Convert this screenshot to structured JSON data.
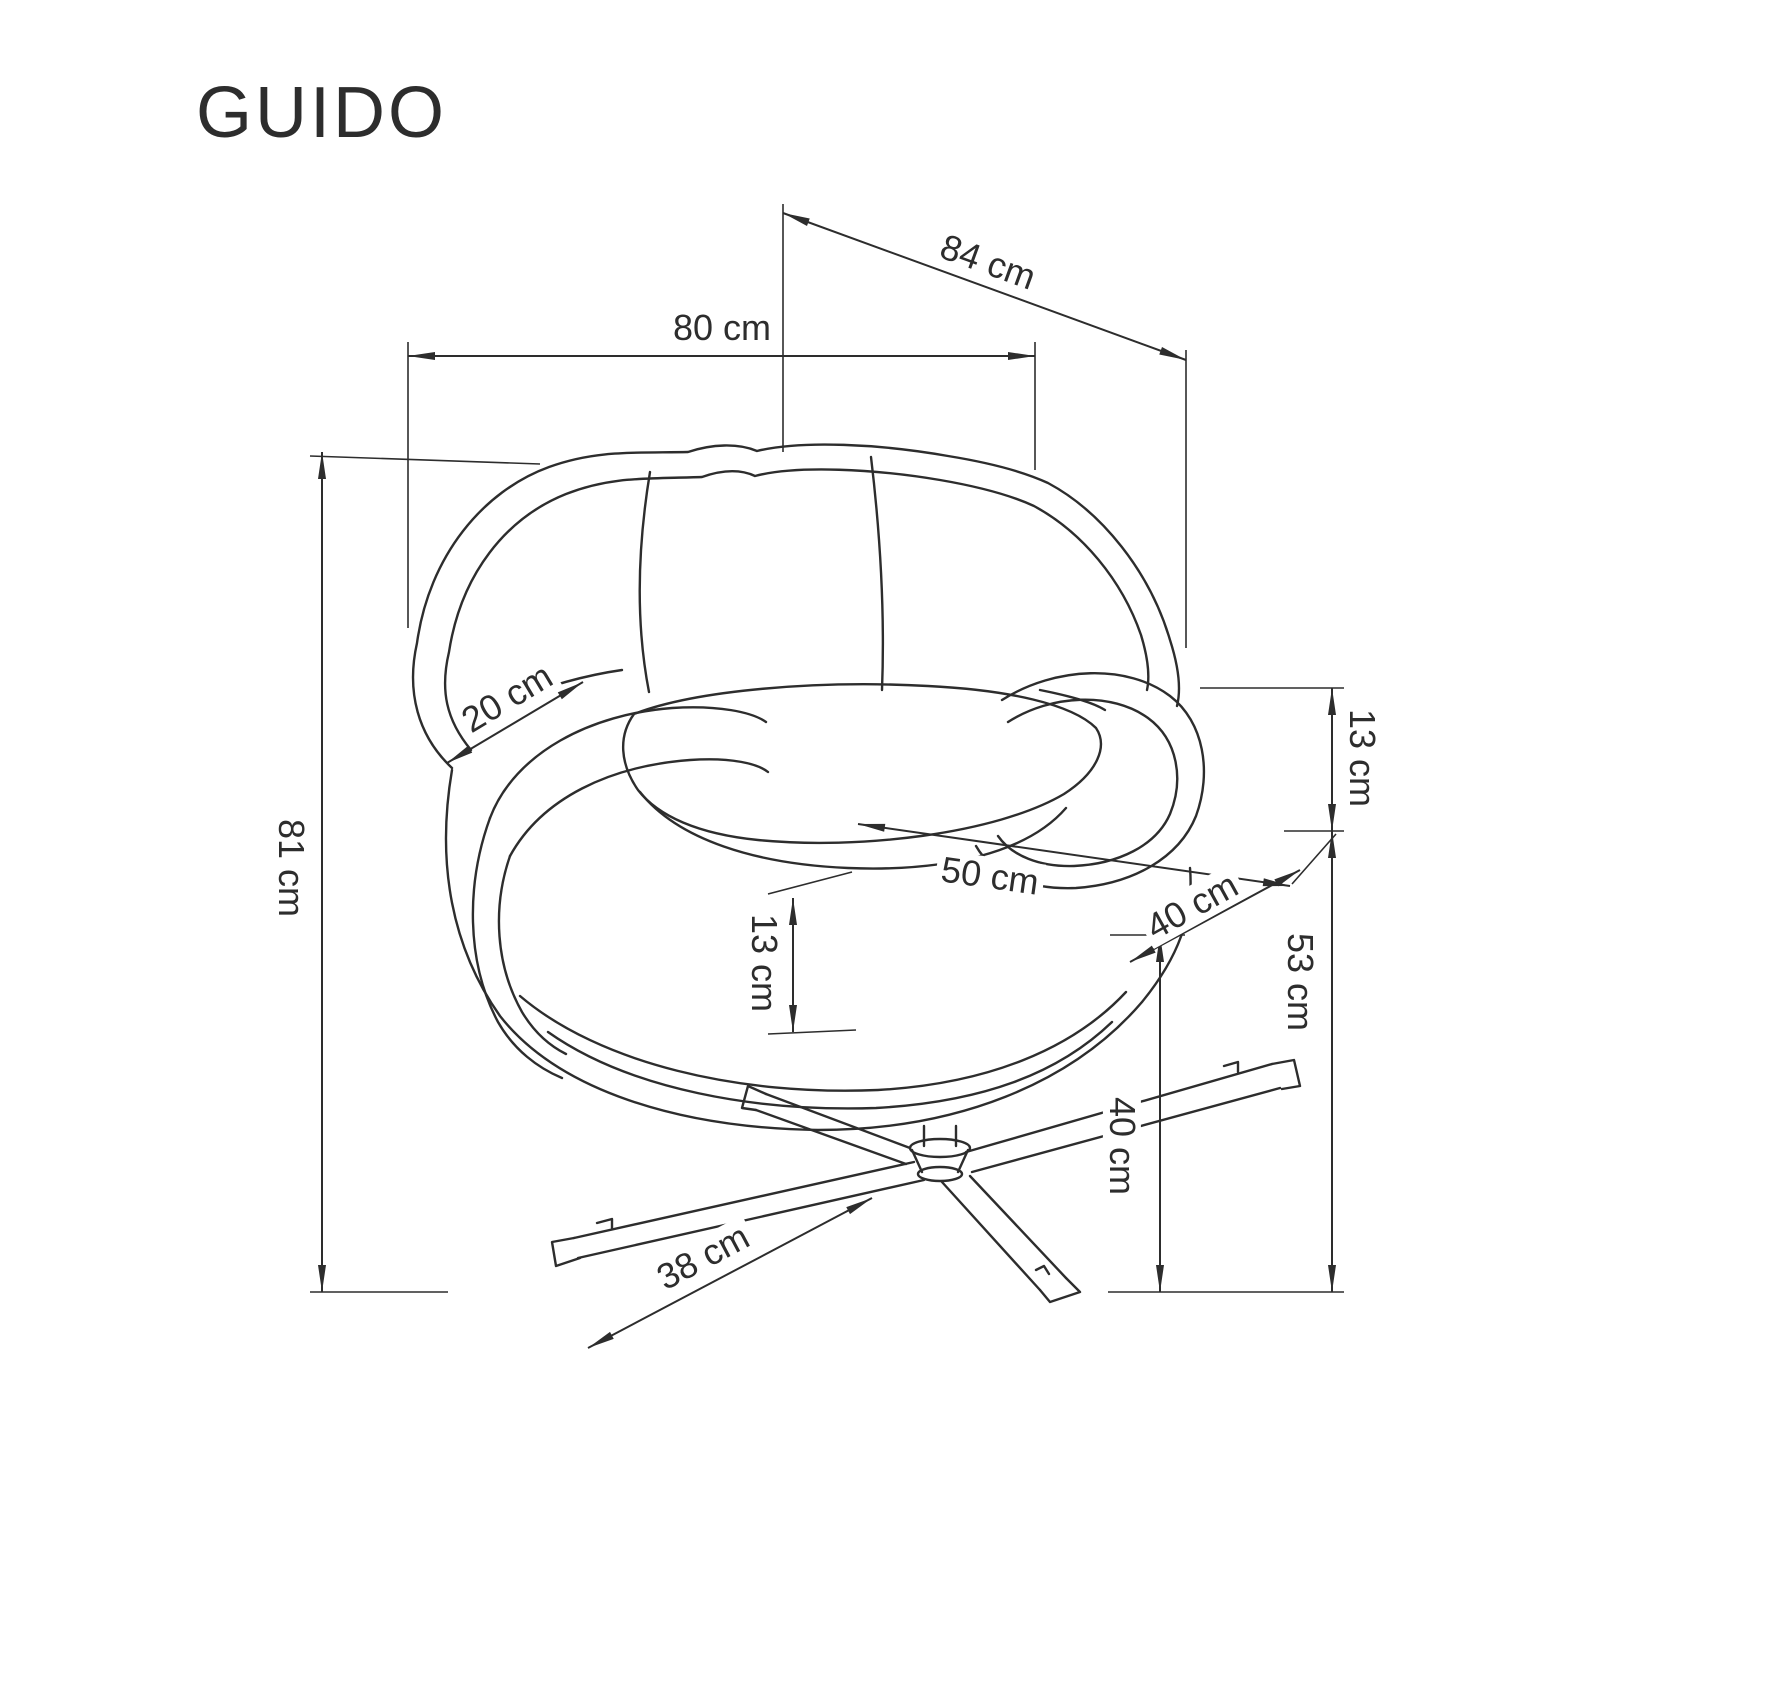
{
  "title": "GUIDO",
  "drawing": {
    "type": "furniture-dimension-drawing",
    "product": "GUIDO",
    "unit": "cm",
    "labels": {
      "overall_width": "80 cm",
      "overall_depth": "84 cm",
      "overall_height": "81 cm",
      "armrest_depth": "20 cm",
      "armrest_above_seat": "13 cm",
      "seat_width": "50 cm",
      "seat_depth": "40 cm",
      "cushion_height": "13 cm",
      "armrest_height": "53 cm",
      "seat_height": "40 cm",
      "base_leg": "38 cm"
    },
    "colors": {
      "line": "#2d2d2d",
      "background": "#ffffff"
    }
  }
}
